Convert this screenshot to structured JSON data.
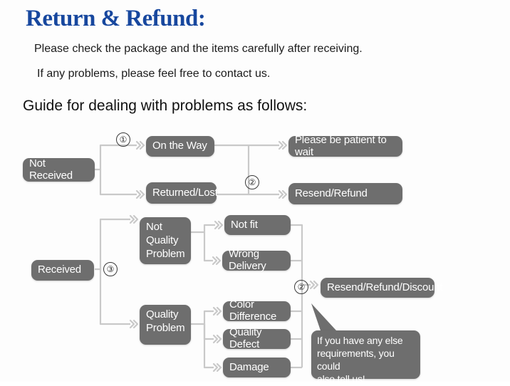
{
  "header": {
    "title": "Return & Refund:",
    "line1": "Please check the package and the items carefully after receiving.",
    "line2": "If any problems, please feel free to contact us.",
    "guide": "Guide for dealing with problems as follows:"
  },
  "colors": {
    "title": "#17479e",
    "node_fill": "#6e6e6e",
    "node_text": "#ffffff",
    "connector": "#c9c9c9",
    "page_bg": "#fdfdfd"
  },
  "flow": {
    "nodes": {
      "not_received": "Not Received",
      "on_the_way": "On the Way",
      "returned_lost": "Returned/Lost",
      "please_wait": "Please be patient to wait",
      "resend_refund": "Resend/Refund",
      "received": "Received",
      "not_quality_problem": "Not\nQuality\nProblem",
      "quality_problem": "Quality\nProblem",
      "not_fit": "Not fit",
      "wrong_delivery": "Wrong Delivery",
      "color_difference": "Color Difference",
      "quality_defect": "Quality Defect",
      "damage": "Damage",
      "resend_refund_discount": "Resend/Refund/Discount"
    },
    "markers": {
      "one": "①",
      "two_top": "②",
      "three": "③",
      "two_bottom": "②"
    },
    "callout": "If you have any else\nrequirements, you could\nalso tell us!"
  }
}
